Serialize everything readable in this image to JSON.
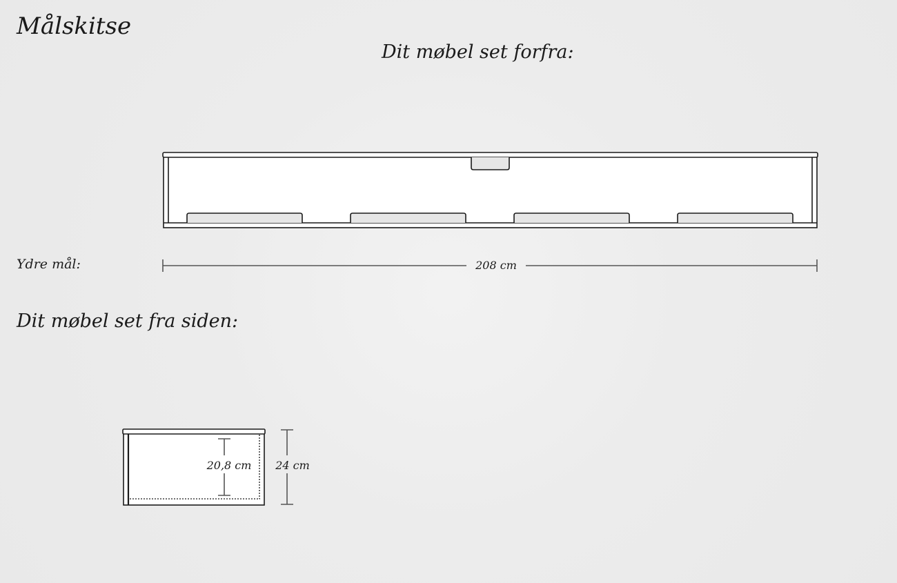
{
  "header": {
    "title": "Målskitse"
  },
  "front_view": {
    "title": "Dit møbel set forfra:",
    "outer_label": "Ydre mål:",
    "width_label": "208 cm",
    "bottom_compartments": 4,
    "top_notches": 1
  },
  "side_view": {
    "title": "Dit møbel set fra siden:",
    "inner_depth_label": "20,8 cm",
    "outer_depth_label": "24 cm"
  },
  "colors": {
    "background": "#ececec",
    "line": "#1a1a1a",
    "panel_fill": "#ffffff",
    "part_fill": "#e6e6e6"
  }
}
